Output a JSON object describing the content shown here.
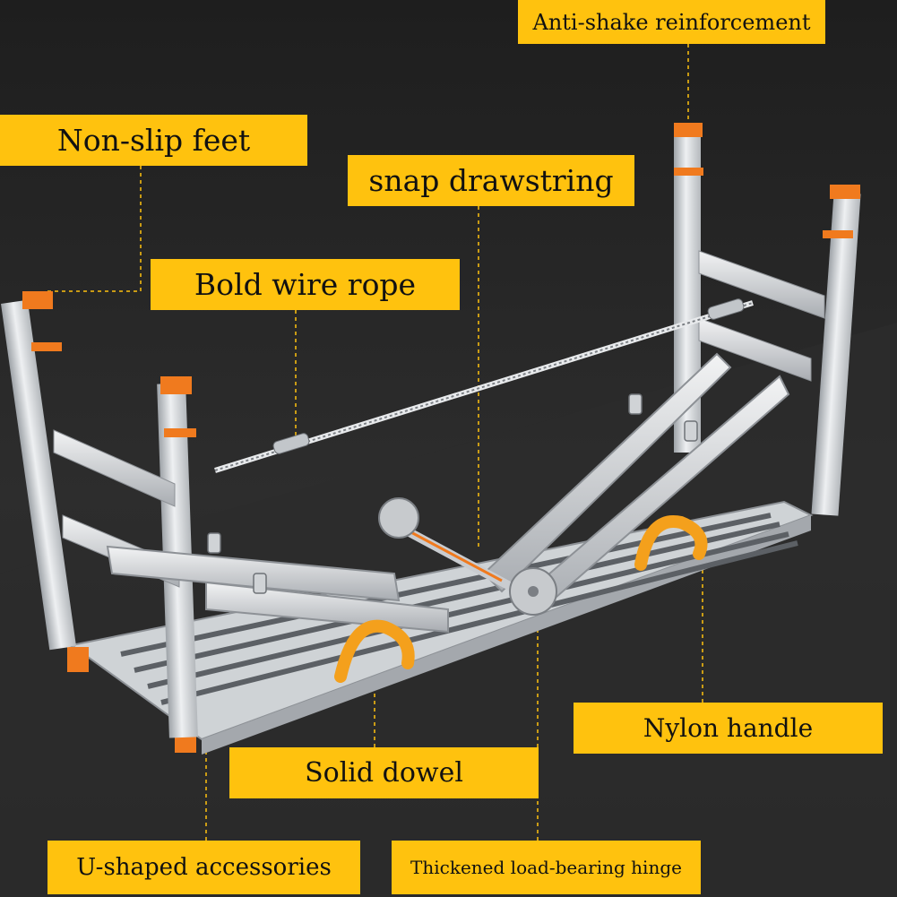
{
  "labels": {
    "anti_shake": "Anti-shake reinforcement",
    "non_slip_feet": "Non-slip feet",
    "snap_drawstring": "snap drawstring",
    "bold_wire_rope": "Bold wire rope",
    "nylon_handle": "Nylon handle",
    "solid_dowel": "Solid dowel",
    "u_shaped": "U-shaped accessories",
    "hinge": "Thickened load-bearing hinge"
  },
  "colors": {
    "label_bg": "#ffc20e",
    "background": "#2a2a2a",
    "aluminum": "#d6d9dc",
    "foot_cap": "#f07a1e",
    "strap": "#f4a01c"
  }
}
